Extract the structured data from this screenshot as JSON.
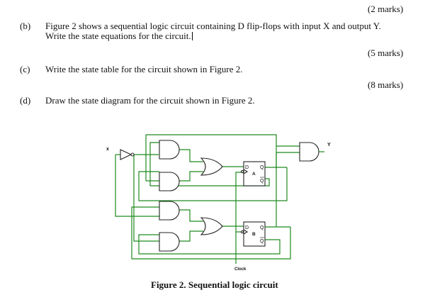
{
  "marks_top": "(2 marks)",
  "q_b": {
    "label": "(b)",
    "line1": "Figure 2 shows a sequential logic circuit containing D flip-flops with input X and output Y.",
    "line2": "Write the state equations for the circuit."
  },
  "marks_b": "(5 marks)",
  "q_c": {
    "label": "(c)",
    "text": "Write the state table for the circuit shown in Figure 2."
  },
  "marks_c": "(8 marks)",
  "q_d": {
    "label": "(d)",
    "text": "Draw the state diagram for the circuit shown in Figure 2."
  },
  "figure": {
    "caption": "Figure 2. Sequential logic circuit",
    "input_label": "x",
    "output_label": "Y",
    "clock_label": "Clock",
    "ff_a": {
      "d": "D",
      "q": "Q",
      "qbar": "Q",
      "name": "A"
    },
    "ff_b": {
      "d": "D",
      "q": "Q",
      "qbar": "Q",
      "name": "B"
    }
  }
}
